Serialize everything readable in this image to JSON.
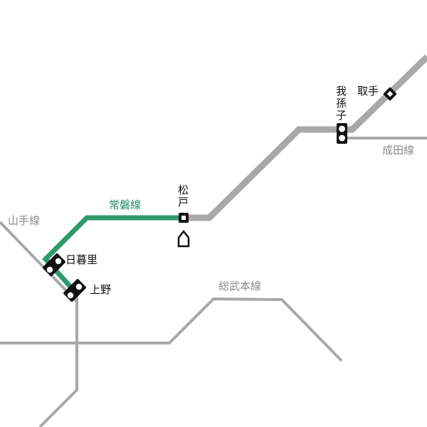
{
  "lines": {
    "joban": {
      "label": "常磐線",
      "color": "#2e9a69"
    },
    "yamanote": {
      "label": "山手線",
      "color": "#a8a8a8"
    },
    "sobu": {
      "label": "総武本線",
      "color": "#a8a8a8"
    },
    "narita": {
      "label": "成田線",
      "color": "#a8a8a8"
    },
    "joban_ext": {
      "color": "#a8a8a8"
    }
  },
  "stations": {
    "nippori": {
      "label": "日暮里"
    },
    "ueno": {
      "label": "上野"
    },
    "matsudo": {
      "label": "松戸",
      "char1": "松",
      "char2": "戸"
    },
    "abiko": {
      "label": "我孫子",
      "char1": "我",
      "char2": "孫",
      "char3": "子"
    },
    "toride": {
      "label": "取手"
    }
  },
  "icons": {
    "home": "home-marker-icon"
  }
}
